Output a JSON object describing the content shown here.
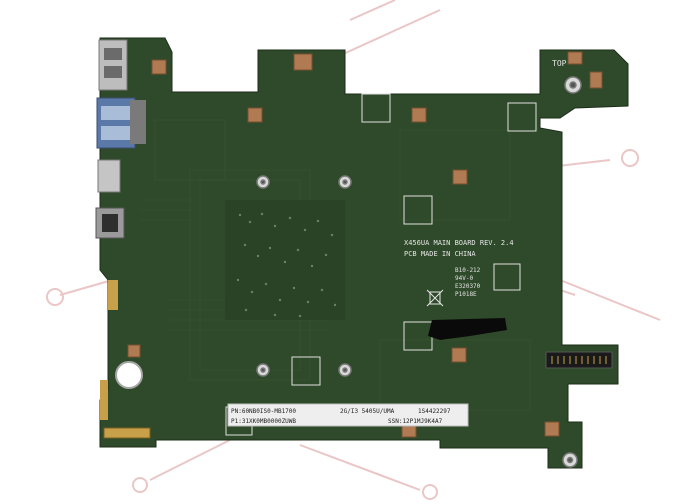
{
  "board": {
    "top_label": "TOP",
    "model_line": "X456UA MAIN BOARD REV. 2.4",
    "made_in": "PCB MADE IN CHINA",
    "marking_1": "B10-212",
    "marking_2": "94V-0",
    "marking_3": "E320370",
    "marking_4": "P1018E",
    "sticker_left_1": "PN:60NB0IS0-MB1700",
    "sticker_left_2": "P1:31XK0MB0000ZUWB",
    "sticker_mid": "2G/I3 5405U/UMA",
    "sticker_right_1": "1S4422297",
    "sticker_right_2": "SSN:12P1MJ9K4A7",
    "colors": {
      "pcb": "#2f4a2a",
      "pcb_dark": "#243b21",
      "pad": "#b07a52",
      "silver": "#c9c9c9",
      "watermark": "#e6b8b8"
    }
  }
}
